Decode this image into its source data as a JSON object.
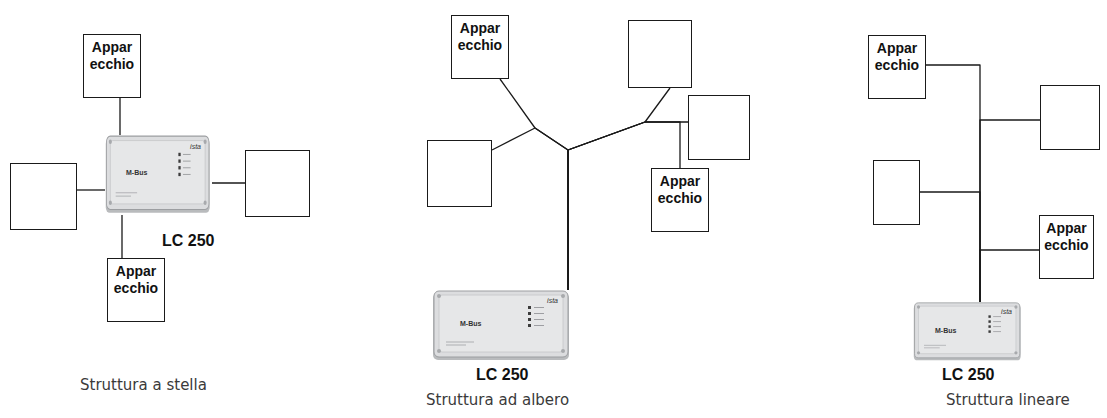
{
  "diagram": {
    "nodes": [
      {
        "text": [
          "Appar ecchio"
        ]
      },
      {
        "text": []
      },
      {
        "text": [
          "LC 250"
        ]
      },
      {
        "text": []
      },
      {
        "text": [
          "Appar ecchio"
        ]
      },
      {
        "text": [
          "Appar ecchio"
        ]
      },
      {
        "text": []
      },
      {
        "text": []
      },
      {
        "text": []
      },
      {
        "text": [
          "Appar ecchio"
        ]
      },
      {
        "text": [
          "LC 250"
        ]
      },
      {
        "text": [
          "Appar ecchio"
        ]
      },
      {
        "text": []
      },
      {
        "text": []
      },
      {
        "text": [
          "Appar ecchio"
        ]
      },
      {
        "text": [
          "LC 250"
        ]
      }
    ],
    "edges": [
      {
        "from": 2,
        "to": 0,
        "arrow": "none"
      },
      {
        "from": 2,
        "to": 1,
        "arrow": "none"
      },
      {
        "from": 2,
        "to": 3,
        "arrow": "none"
      },
      {
        "from": 2,
        "to": 4,
        "arrow": "none"
      },
      {
        "from": 10,
        "to": 5,
        "arrow": "none"
      },
      {
        "from": 10,
        "to": 6,
        "arrow": "none"
      },
      {
        "from": 10,
        "to": 7,
        "arrow": "none"
      },
      {
        "from": 10,
        "to": 8,
        "arrow": "none"
      },
      {
        "from": 10,
        "to": 9,
        "arrow": "none"
      },
      {
        "from": 15,
        "to": 11,
        "arrow": "none"
      },
      {
        "from": 15,
        "to": 12,
        "arrow": "none"
      },
      {
        "from": 15,
        "to": 13,
        "arrow": "none"
      },
      {
        "from": 15,
        "to": 14,
        "arrow": "none"
      }
    ],
    "labels": [
      "M-Bus",
      "ista",
      "M-Bus",
      "ista",
      "M-Bus",
      "ista",
      "Struttura a stella",
      "Struttura ad albero",
      "Struttura lineare"
    ]
  }
}
